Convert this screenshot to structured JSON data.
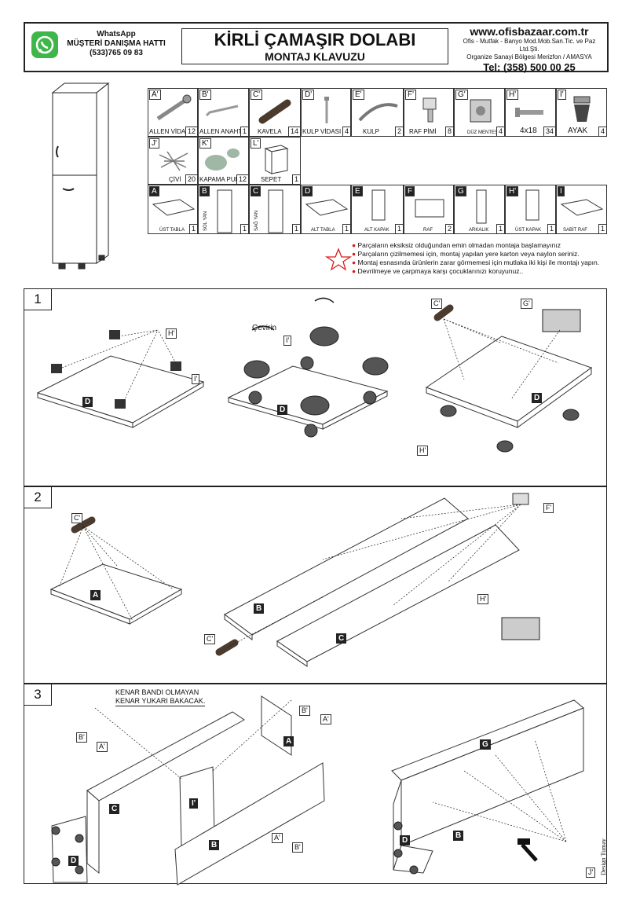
{
  "header": {
    "whatsapp_label": "WhatsApp",
    "hotline_label": "MÜŞTERİ DANIŞMA HATTI",
    "hotline_phone": "(533)765 09 83",
    "title": "KİRLİ ÇAMAŞIR DOLABI",
    "subtitle": "MONTAJ KLAVUZU",
    "website": "www.ofisbazaar.com.tr",
    "company_line1": "Ofis - Mutfak - Banyo Mod.Mob.San.Tic. ve Paz Ltd.Şti.",
    "company_line2": "Organize Sanayi Bölgesi Merizfon / AMASYA",
    "phone": "Tel: (358) 500 00 25"
  },
  "hardware": [
    {
      "code": "A'",
      "name": "ALLEN VİDA",
      "count": "12"
    },
    {
      "code": "B'",
      "name": "ALLEN ANAHTAR",
      "count": "1"
    },
    {
      "code": "C'",
      "name": "KAVELA",
      "count": "14"
    },
    {
      "code": "D'",
      "name": "KULP VİDASI",
      "count": "4"
    },
    {
      "code": "E'",
      "name": "KULP",
      "count": "2"
    },
    {
      "code": "F'",
      "name": "RAF PİMİ",
      "count": "8"
    },
    {
      "code": "G'",
      "name": "DÜZ MENTEŞE",
      "count": "4"
    },
    {
      "code": "H'",
      "name": "4x18",
      "count": "34"
    },
    {
      "code": "I'",
      "name": "AYAK",
      "count": "4"
    },
    {
      "code": "J'",
      "name": "ÇİVİ",
      "count": "20"
    },
    {
      "code": "K'",
      "name": "KAPAMA PULU",
      "count": "12"
    },
    {
      "code": "L'",
      "name": "SEPET",
      "count": "1"
    }
  ],
  "panels": [
    {
      "code": "A",
      "name": "ÜST TABLA",
      "count": "1"
    },
    {
      "code": "B",
      "name": "SOL YAN",
      "count": "1"
    },
    {
      "code": "C",
      "name": "SAĞ YAN",
      "count": "1"
    },
    {
      "code": "D",
      "name": "ALT TABLA",
      "count": "1"
    },
    {
      "code": "E",
      "name": "ALT KAPAK",
      "count": "1"
    },
    {
      "code": "F",
      "name": "RAF",
      "count": "2"
    },
    {
      "code": "G",
      "name": "ARKALIK",
      "count": "1"
    },
    {
      "code": "H'",
      "name": "ÜST KAPAK",
      "count": "1"
    },
    {
      "code": "I",
      "name": "SABİT RAF",
      "count": "1"
    }
  ],
  "notes": [
    "Parçaların eksiksiz olduğundan emin olmadan montaja başlamayınız",
    "Parçaların çizilmemesi için, montaj yapılan yere karton veya naylon seriniz.",
    "Montaj esnasında  ürünlerin zarar görmemesi için mutlaka iki kişi ile montajı yapın.",
    "Devrilmeye ve çarpmaya karşı çocuklarınızı koruyunuz.."
  ],
  "steps": {
    "s1": {
      "number": "1",
      "rotate_label": "Çevirin",
      "labels": [
        "H'",
        "I'",
        "D",
        "I'",
        "D",
        "C'",
        "G'",
        "D",
        "H'"
      ]
    },
    "s2": {
      "number": "2",
      "labels": [
        "C'",
        "A",
        "B",
        "C'",
        "C",
        "F'",
        "H'"
      ]
    },
    "s3": {
      "number": "3",
      "note_line1": "KENAR BANDI OLMAYAN",
      "note_line2": "KENAR YUKARI BAKACAK.",
      "labels": [
        "B'",
        "A'",
        "B'",
        "A'",
        "A",
        "C",
        "I'",
        "B",
        "A'",
        "B'",
        "D",
        "G",
        "B",
        "D",
        "J'"
      ]
    }
  },
  "footer": {
    "credit": "Design Tumay"
  },
  "colors": {
    "accent_red": "#d91c1c",
    "whatsapp_green": "#3fb64a",
    "dark_label": "#222222"
  }
}
